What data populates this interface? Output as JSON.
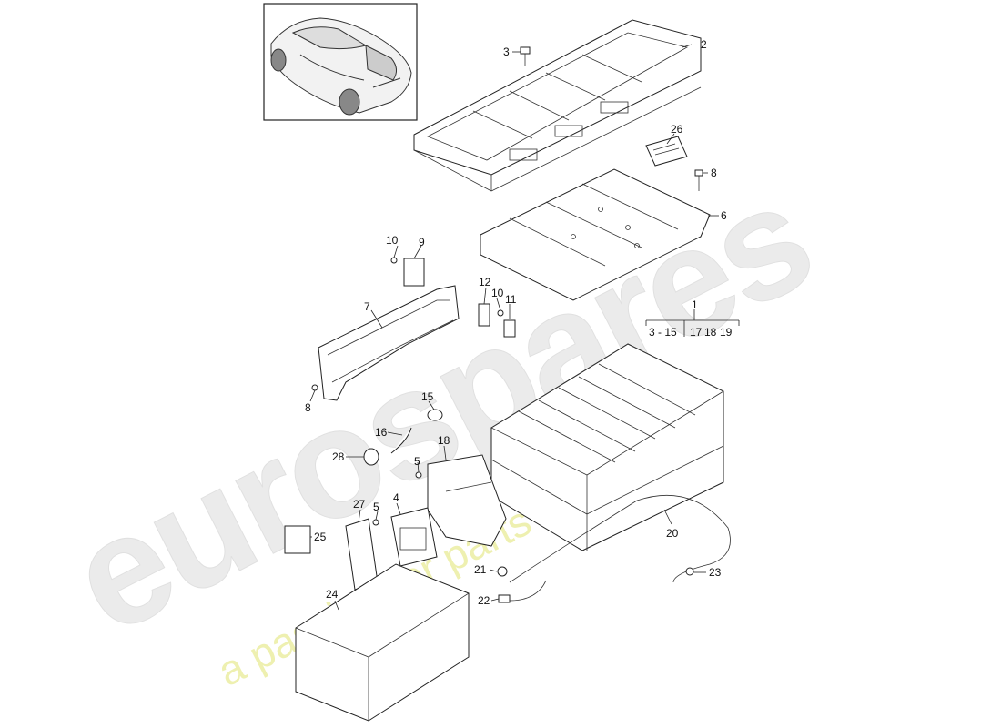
{
  "watermark": {
    "brand": "eurospares",
    "tagline": "a passion for parts since 1985",
    "brand_color": "#e6e6e6",
    "tagline_color": "#eef0b0"
  },
  "callouts": {
    "c1": "1",
    "c2": "2",
    "c3": "3",
    "c4": "4",
    "c5a": "5",
    "c5b": "5",
    "c6": "6",
    "c7": "7",
    "c8a": "8",
    "c8b": "8",
    "c9": "9",
    "c10a": "10",
    "c10b": "10",
    "c11": "11",
    "c12": "12",
    "c15": "15",
    "c16": "16",
    "c18": "18",
    "c20": "20",
    "c21": "21",
    "c22": "22",
    "c23": "23",
    "c24": "24",
    "c25": "25",
    "c26": "26",
    "c27": "27",
    "c28": "28",
    "group_range": "3 - 15",
    "g17": "17",
    "g18": "18",
    "g19": "19"
  },
  "icons": {
    "car_thumbnail": "sedan-car-icon"
  }
}
